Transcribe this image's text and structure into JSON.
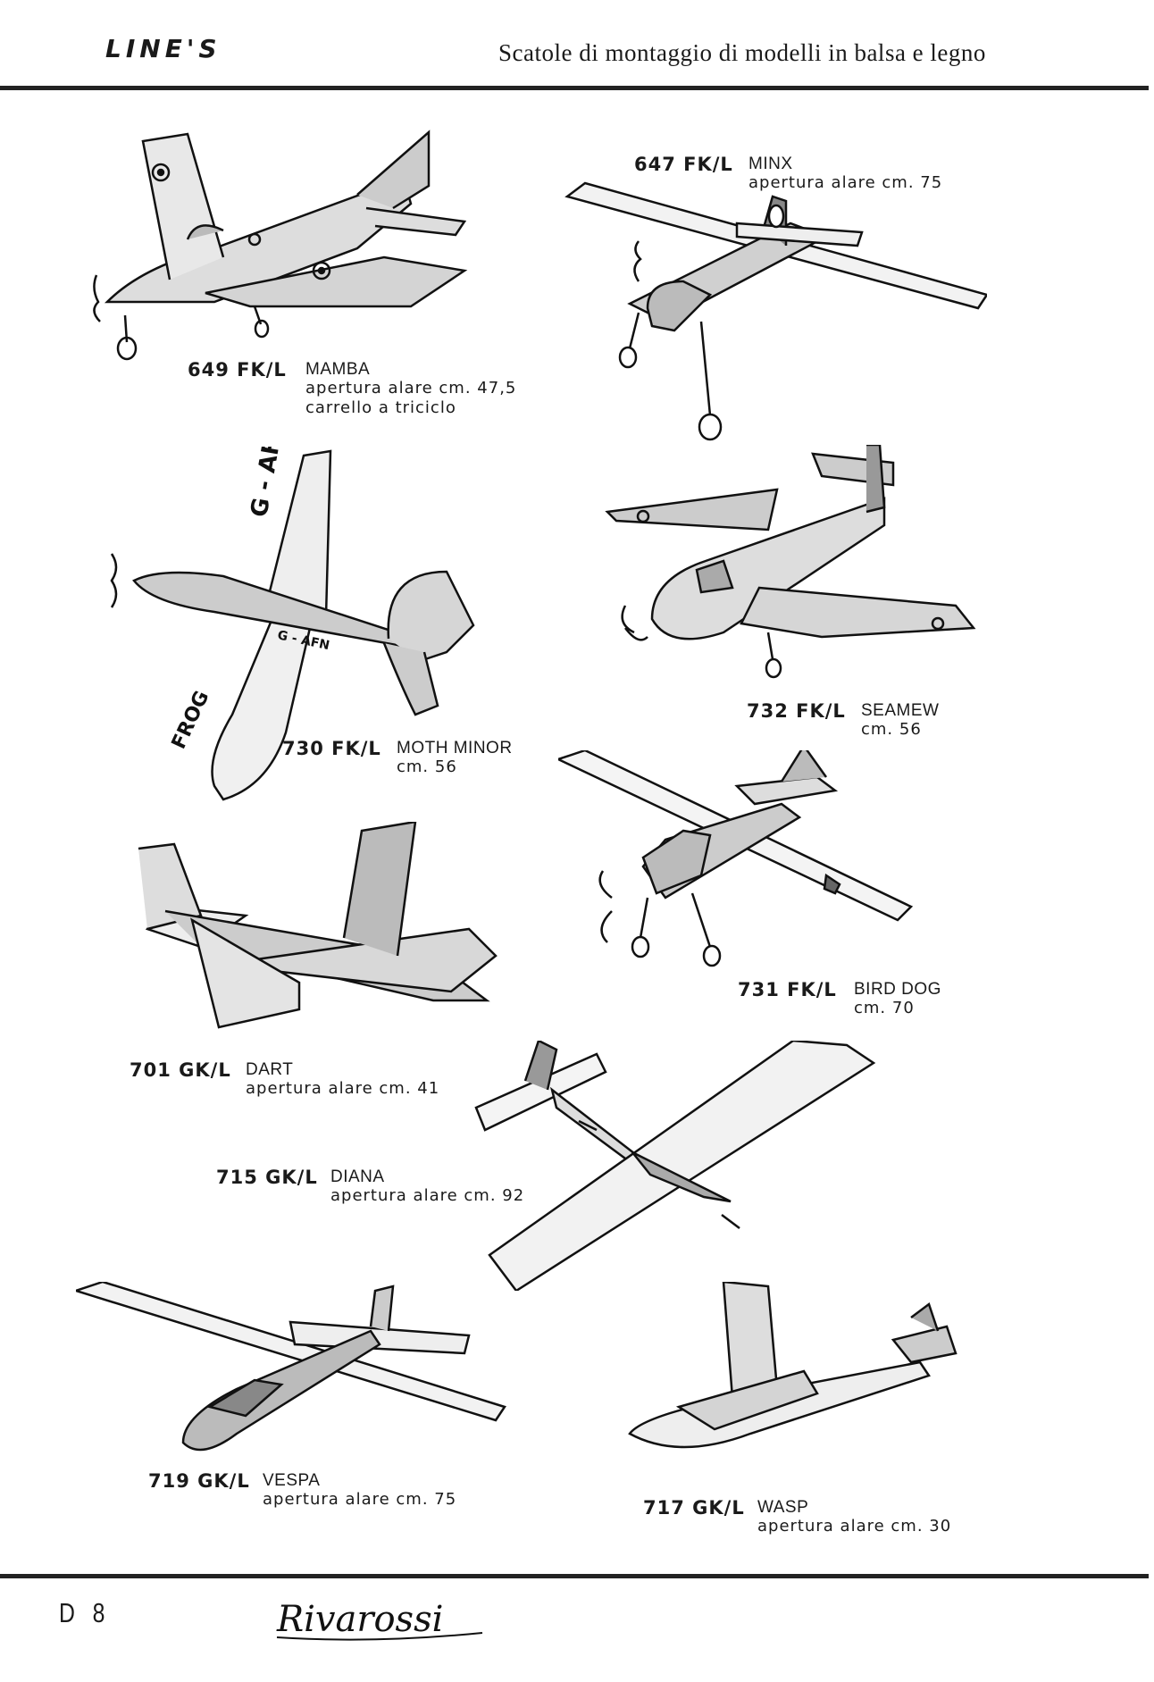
{
  "header": {
    "brand": "LINE'S",
    "title": "Scatole di montaggio di modelli in balsa e legno"
  },
  "footer": {
    "page": "D 8",
    "logo": "Rivarossi"
  },
  "models": [
    {
      "code": "649 FK/L",
      "name": "MAMBA",
      "line1": "apertura alare cm. 47,5",
      "line2": "carrello a triciclo"
    },
    {
      "code": "647 FK/L",
      "name": "MINX",
      "line1": "apertura alare cm. 75"
    },
    {
      "code": "730 FK/L",
      "name": "MOTH MINOR",
      "line1": "cm. 56",
      "markings": [
        "G - AFN",
        "G - AFN",
        "FROG"
      ]
    },
    {
      "code": "732 FK/L",
      "name": "SEAMEW",
      "line1": "cm. 56"
    },
    {
      "code": "731 FK/L",
      "name": "BIRD DOG",
      "line1": "cm. 70"
    },
    {
      "code": "701 GK/L",
      "name": "DART",
      "line1": "apertura alare cm. 41"
    },
    {
      "code": "715 GK/L",
      "name": "DIANA",
      "line1": "apertura alare cm. 92"
    },
    {
      "code": "719 GK/L",
      "name": "VESPA",
      "line1": "apertura alare cm. 75"
    },
    {
      "code": "717 GK/L",
      "name": "WASP",
      "line1": "apertura alare cm. 30"
    }
  ]
}
